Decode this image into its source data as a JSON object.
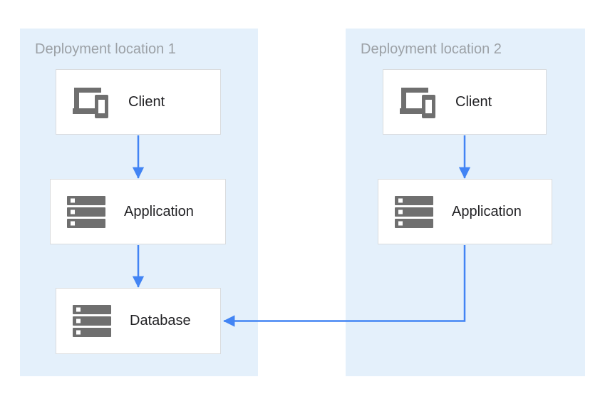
{
  "diagram": {
    "colors": {
      "canvas_bg": "#ffffff",
      "panel_bg": "#e4f0fb",
      "arrow_color": "#4284f4",
      "box_border": "#d9dbdd",
      "icon_color": "#6f6f6f",
      "title_color": "#9ca1a6",
      "label_color": "#212124"
    },
    "locations": [
      {
        "title": "Deployment location 1",
        "nodes": [
          {
            "label": "Client",
            "icon": "devices-icon"
          },
          {
            "label": "Application",
            "icon": "server-stack-icon"
          },
          {
            "label": "Database",
            "icon": "server-stack-icon"
          }
        ]
      },
      {
        "title": "Deployment location 2",
        "nodes": [
          {
            "label": "Client",
            "icon": "devices-icon"
          },
          {
            "label": "Application",
            "icon": "server-stack-icon"
          }
        ]
      }
    ],
    "connections": [
      {
        "from": "location1.client",
        "to": "location1.application",
        "style": "straight-down"
      },
      {
        "from": "location1.application",
        "to": "location1.database",
        "style": "straight-down"
      },
      {
        "from": "location2.client",
        "to": "location2.application",
        "style": "straight-down"
      },
      {
        "from": "location2.application",
        "to": "location1.database",
        "style": "elbow-down-left"
      }
    ]
  }
}
